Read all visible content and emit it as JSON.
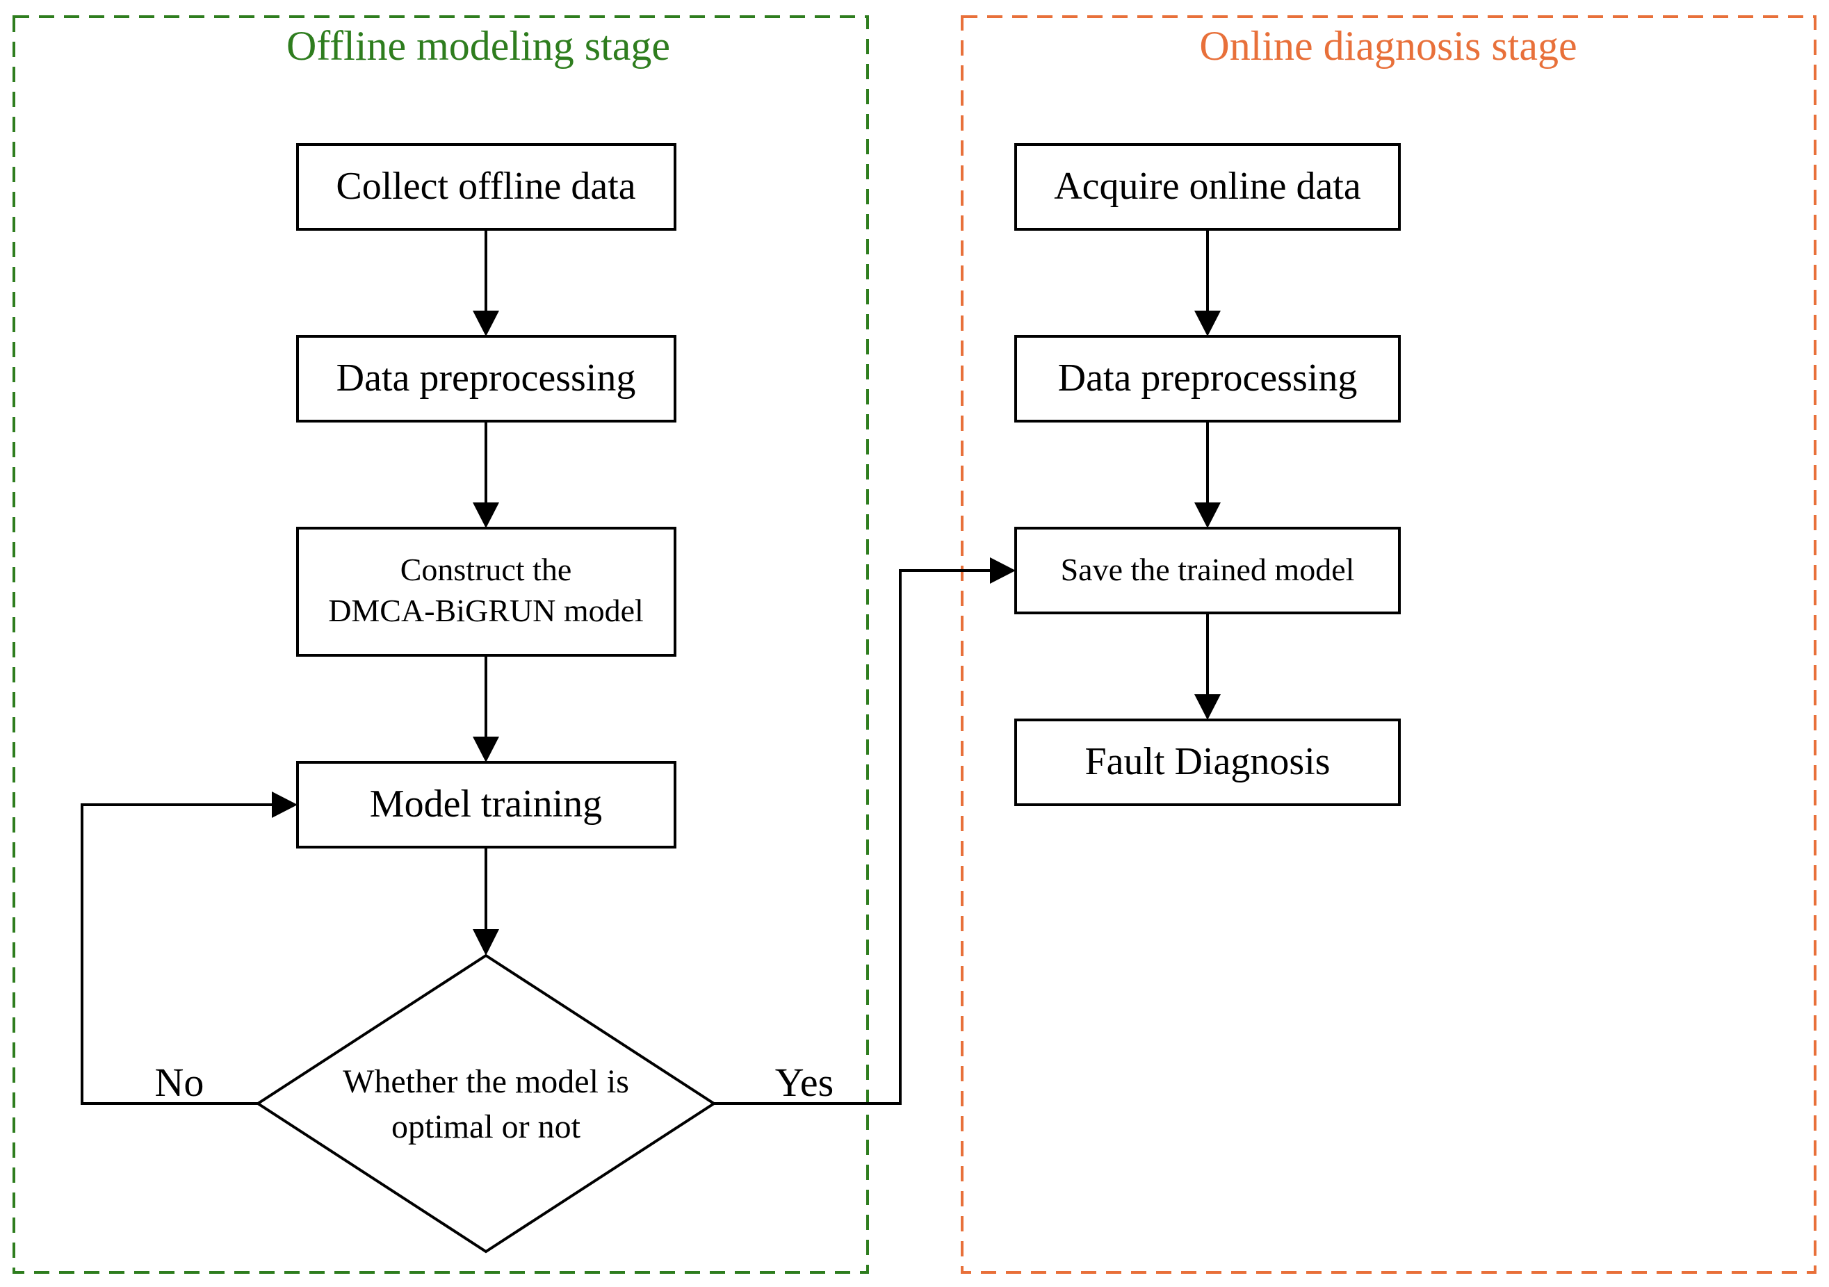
{
  "colors": {
    "offline_stage": "#2e7d1e",
    "online_stage": "#e8703a",
    "stroke": "#000000"
  },
  "offline": {
    "title": "Offline modeling stage",
    "collect": "Collect offline data",
    "preprocess": "Data preprocessing",
    "construct_line1": "Construct the",
    "construct_line2": "DMCA-BiGRUN model",
    "training": "Model training",
    "decision_line1": "Whether the model is",
    "decision_line2": "optimal or not",
    "no_label": "No",
    "yes_label": "Yes"
  },
  "online": {
    "title": "Online diagnosis stage",
    "acquire": "Acquire online data",
    "preprocess": "Data preprocessing",
    "save": "Save the trained model",
    "diagnosis": "Fault Diagnosis"
  }
}
